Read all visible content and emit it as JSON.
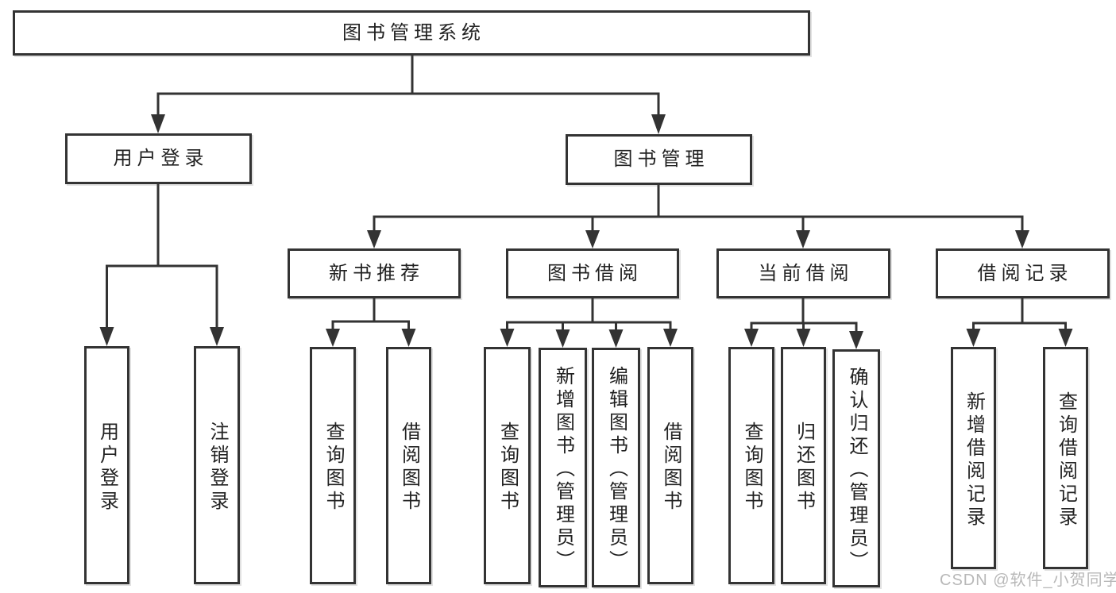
{
  "tree": {
    "root_label": "图书管理系统",
    "branches": [
      {
        "label": "用户登录",
        "children": [
          {
            "label": "用户登录"
          },
          {
            "label": "注销登录"
          }
        ]
      },
      {
        "label": "图书管理",
        "children": [
          {
            "label": "新书推荐",
            "children": [
              {
                "label": "查询图书"
              },
              {
                "label": "借阅图书"
              }
            ]
          },
          {
            "label": "图书借阅",
            "children": [
              {
                "label": "查询图书"
              },
              {
                "label": "新增图书（管理员）"
              },
              {
                "label": "编辑图书（管理员）"
              },
              {
                "label": "借阅图书"
              }
            ]
          },
          {
            "label": "当前借阅",
            "children": [
              {
                "label": "查询图书"
              },
              {
                "label": "归还图书"
              },
              {
                "label": "确认归还（管理员）"
              }
            ]
          },
          {
            "label": "借阅记录",
            "children": [
              {
                "label": "新增借阅记录"
              },
              {
                "label": "查询借阅记录"
              }
            ]
          }
        ]
      }
    ]
  },
  "watermark": "CSDN @软件_小贺同学",
  "colors": {
    "line": "#333333",
    "text": "#222222",
    "background": "#ffffff",
    "watermark": "#b8b8b8"
  }
}
